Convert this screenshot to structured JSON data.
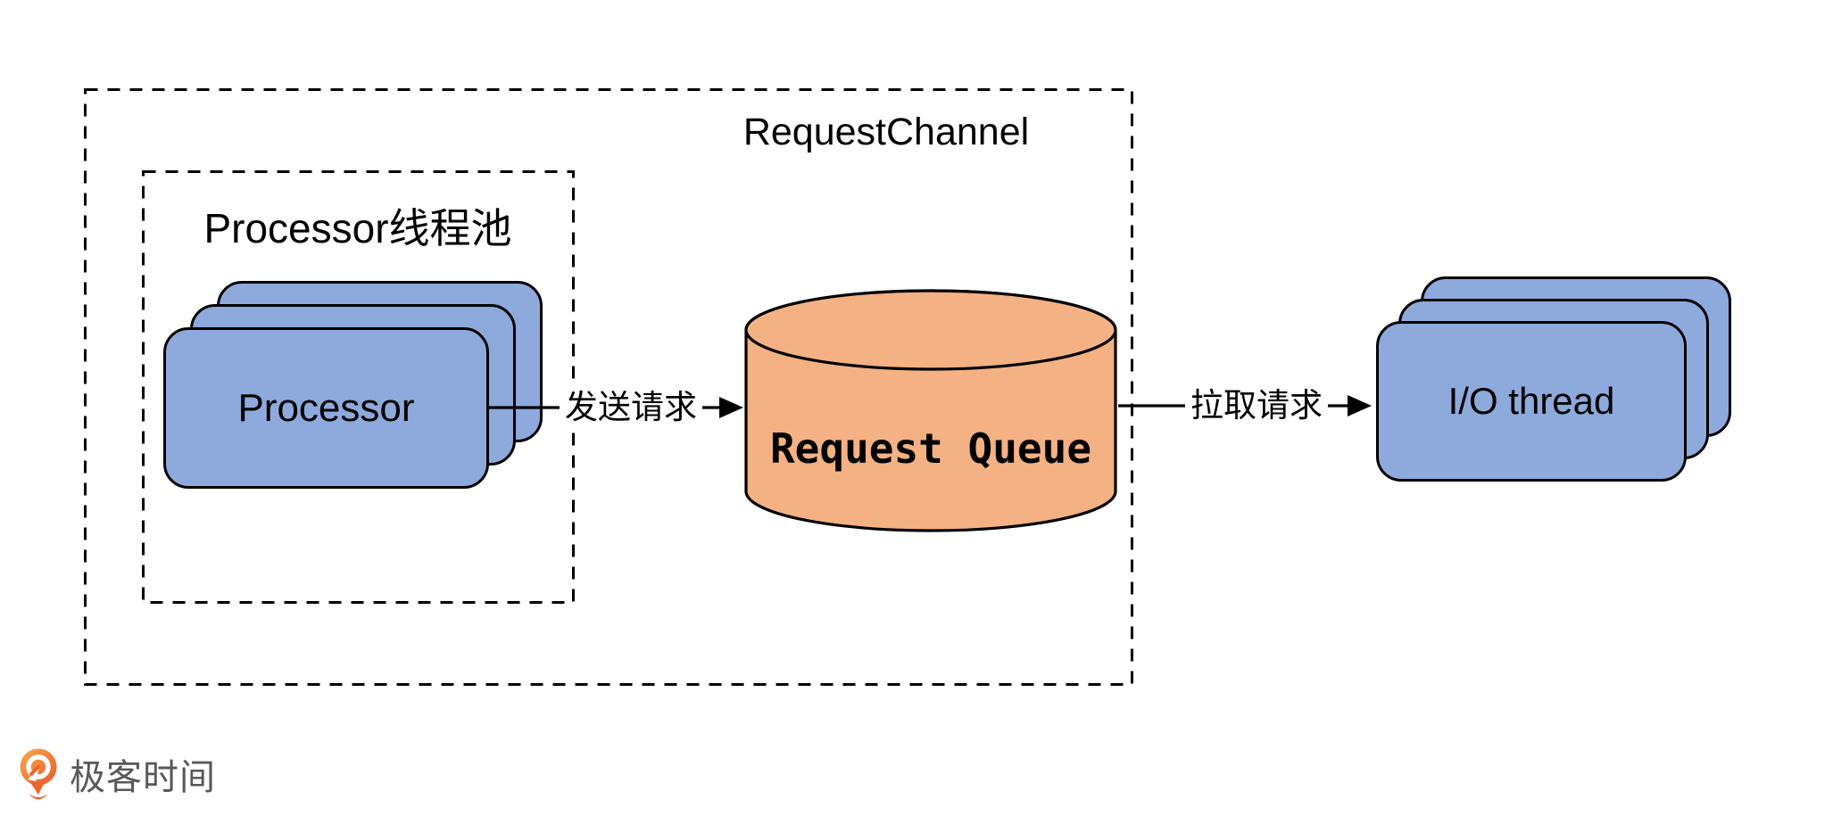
{
  "diagram": {
    "title": "RequestChannel",
    "processor_pool": {
      "title": "Processor线程池",
      "box_label": "Processor",
      "stack_count": 3
    },
    "request_queue": {
      "label": "Request Queue"
    },
    "io_thread": {
      "box_label": "I/O thread",
      "stack_count": 3
    },
    "arrows": {
      "send_label": "发送请求",
      "pull_label": "拉取请求"
    }
  },
  "colors": {
    "thread_box_fill": "#8EA9DB",
    "queue_cylinder_fill": "#F4B183",
    "stroke": "#000000",
    "brand_orange": "#EC642E",
    "brand_text_gray": "#595757"
  },
  "footer": {
    "brand": "极客时间",
    "logo_icon": "geektime-pin-icon"
  }
}
